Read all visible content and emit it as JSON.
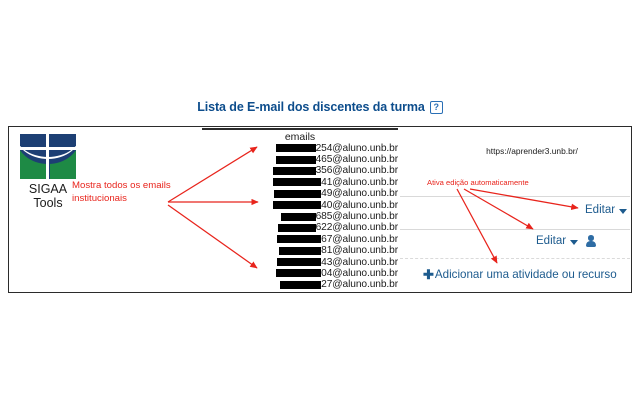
{
  "page": {
    "title": "Lista de E-mail dos discentes da turma",
    "help_icon_label": "?"
  },
  "logo": {
    "line1": "SIGAA",
    "line2": "Tools",
    "colors": {
      "navy": "#1d3f74",
      "green": "#1e8a45"
    }
  },
  "email_table": {
    "header": "emails",
    "domain_suffix": "@aluno.unb.br",
    "rows": [
      {
        "redacted_width": 40,
        "digits": "254",
        "address": "254@aluno.unb.br"
      },
      {
        "redacted_width": 40,
        "digits": "465",
        "address": "465@aluno.unb.br"
      },
      {
        "redacted_width": 43,
        "digits": "356",
        "address": "356@aluno.unb.br"
      },
      {
        "redacted_width": 48,
        "digits": "41",
        "address": "41@aluno.unb.br"
      },
      {
        "redacted_width": 47,
        "digits": "49",
        "address": "49@aluno.unb.br"
      },
      {
        "redacted_width": 48,
        "digits": "40",
        "address": "40@aluno.unb.br"
      },
      {
        "redacted_width": 35,
        "digits": "685",
        "address": "685@aluno.unb.br"
      },
      {
        "redacted_width": 38,
        "digits": "622",
        "address": "622@aluno.unb.br"
      },
      {
        "redacted_width": 44,
        "digits": "67",
        "address": "67@aluno.unb.br"
      },
      {
        "redacted_width": 42,
        "digits": "81",
        "address": "81@aluno.unb.br"
      },
      {
        "redacted_width": 44,
        "digits": "43",
        "address": "43@aluno.unb.br"
      },
      {
        "redacted_width": 45,
        "digits": "04",
        "address": "04@aluno.unb.br"
      },
      {
        "redacted_width": 41,
        "digits": "27",
        "address": "27@aluno.unb.br"
      }
    ]
  },
  "annotations": {
    "left_note": "Mostra todos os emails institucionais",
    "right_note": "Ativa edição automaticamente",
    "color": "#e8241c"
  },
  "moodle_panel": {
    "url": "https://aprender3.unb.br/",
    "edit_top_label": "Editar",
    "edit_mid_label": "Editar",
    "add_label": "Adicionar uma atividade ou recurso",
    "plus_glyph": "✚",
    "link_color": "#1d5b8e"
  }
}
